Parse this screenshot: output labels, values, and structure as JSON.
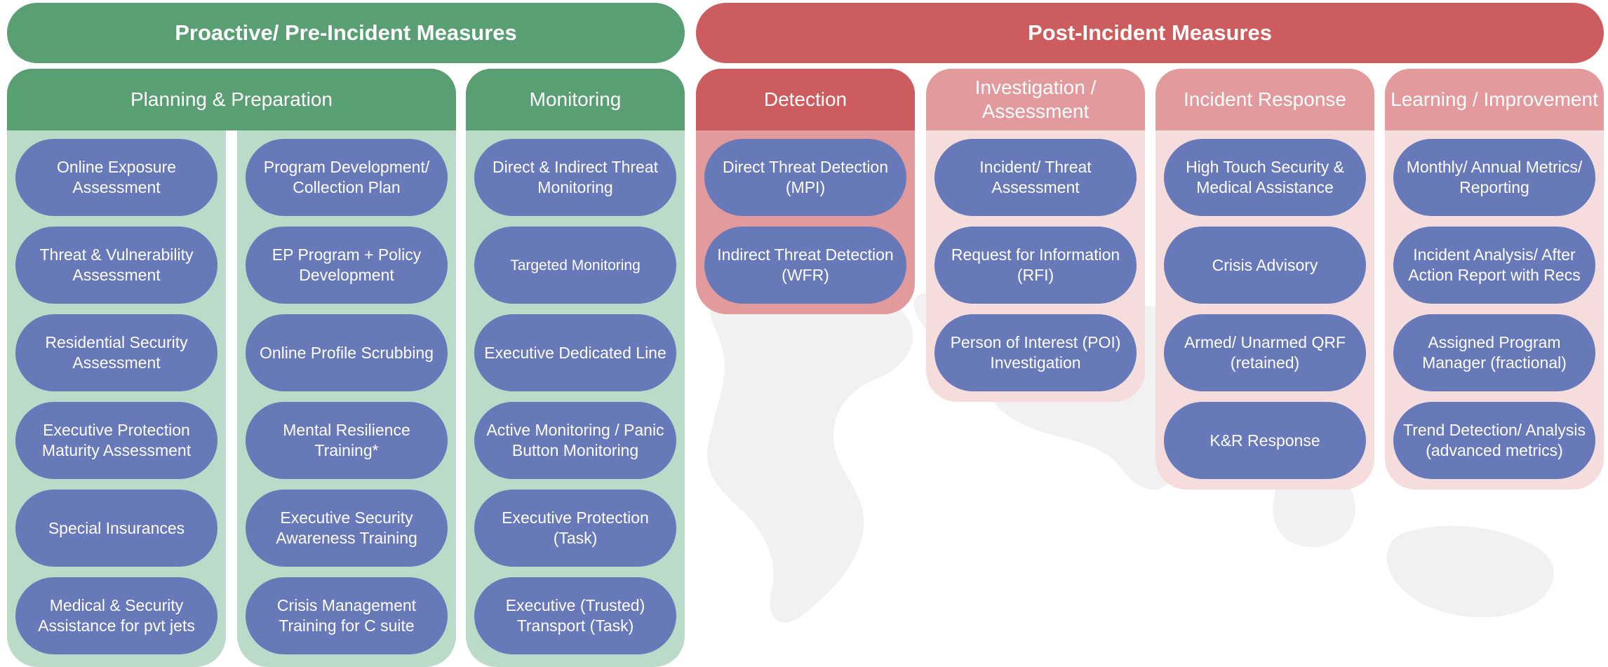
{
  "sections": {
    "proactive": "Proactive/ Pre-Incident Measures",
    "post": "Post-Incident Measures"
  },
  "colors": {
    "green_dark": "#5a9e74",
    "green_light": "#bbdbc8",
    "red_dark": "#cd5c5e",
    "red_mid": "#e39a9c",
    "red_light": "#f6dddd",
    "pill": "#6779b8"
  },
  "planning": {
    "title": "Planning & Preparation",
    "left": [
      "Online Exposure Assessment",
      "Threat & Vulnerability Assessment",
      "Residential Security Assessment",
      "Executive Protection Maturity Assessment",
      "Special Insurances",
      "Medical & Security Assistance for pvt jets"
    ],
    "right": [
      "Program Development/ Collection Plan",
      "EP Program + Policy Development",
      "Online Profile Scrubbing",
      "Mental Resilience Training*",
      "Executive Security Awareness Training",
      "Crisis Management Training for C suite"
    ]
  },
  "monitoring": {
    "title": "Monitoring",
    "items": [
      "Direct & Indirect Threat Monitoring",
      "Targeted Monitoring",
      "Executive Dedicated Line",
      "Active Monitoring / Panic Button Monitoring",
      "Executive Protection (Task)",
      "Executive (Trusted) Transport (Task)"
    ]
  },
  "detection": {
    "title": "Detection",
    "items": [
      "Direct Threat Detection (MPI)",
      "Indirect Threat Detection (WFR)"
    ]
  },
  "investigation": {
    "title": "Investigation / Assessment",
    "items": [
      "Incident/ Threat Assessment",
      "Request for Information (RFI)",
      "Person of Interest (POI) Investigation"
    ]
  },
  "response": {
    "title": "Incident Response",
    "items": [
      "High Touch Security & Medical Assistance",
      "Crisis Advisory",
      "Armed/ Unarmed QRF (retained)",
      "K&R Response"
    ]
  },
  "learning": {
    "title": "Learning / Improvement",
    "items": [
      "Monthly/ Annual Metrics/ Reporting",
      "Incident Analysis/ After Action Report with Recs",
      "Assigned Program Manager (fractional)",
      "Trend Detection/ Analysis (advanced metrics)"
    ]
  }
}
